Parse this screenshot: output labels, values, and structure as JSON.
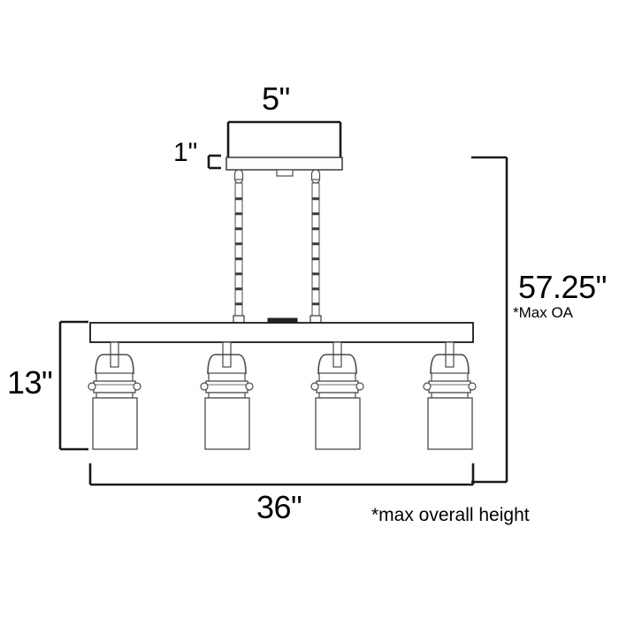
{
  "drawing": {
    "title": "Linear island pendant dimension drawing",
    "line_color": "#1a1a1a",
    "thin_line_color": "#6e6e6e",
    "background": "#ffffff",
    "lamp_count": 4
  },
  "dimensions": {
    "canopy_width": "5\"",
    "canopy_height": "1\"",
    "overall_height": "57.25\"",
    "overall_height_note": "*Max OA",
    "fixture_height": "13\"",
    "fixture_width": "36\"",
    "footnote": "*max overall height"
  }
}
